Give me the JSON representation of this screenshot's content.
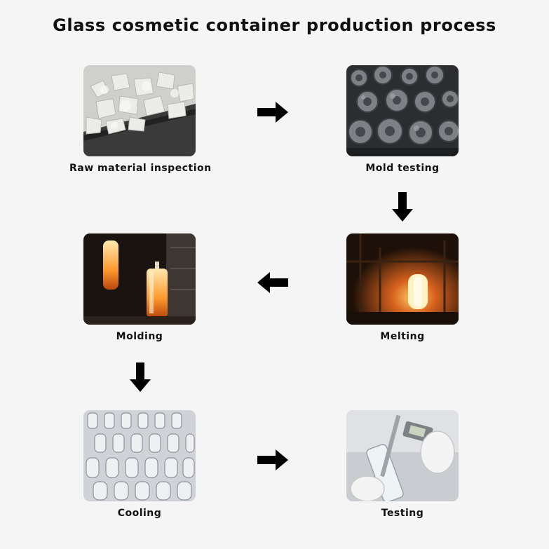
{
  "title": "Glass cosmetic container production process",
  "steps": [
    {
      "label": "Raw material inspection",
      "image": "raw-material-photo"
    },
    {
      "label": "Mold testing",
      "image": "mold-photo"
    },
    {
      "label": "Melting",
      "image": "melting-photo"
    },
    {
      "label": "Molding",
      "image": "molding-photo"
    },
    {
      "label": "Cooling",
      "image": "cooling-photo"
    },
    {
      "label": "Testing",
      "image": "testing-photo"
    }
  ],
  "arrows": [
    {
      "from": "Raw material inspection",
      "to": "Mold testing",
      "direction": "right"
    },
    {
      "from": "Mold testing",
      "to": "Melting",
      "direction": "down"
    },
    {
      "from": "Melting",
      "to": "Molding",
      "direction": "left"
    },
    {
      "from": "Molding",
      "to": "Cooling",
      "direction": "down"
    },
    {
      "from": "Cooling",
      "to": "Testing",
      "direction": "right"
    }
  ],
  "colors": {
    "background": "#f5f5f5",
    "text": "#111111",
    "arrow": "#000000"
  }
}
